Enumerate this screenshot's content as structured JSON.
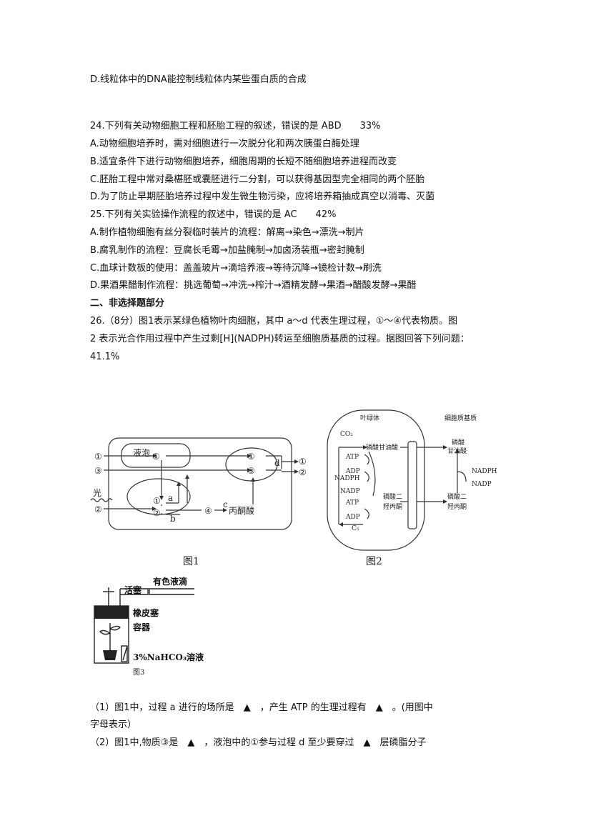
{
  "lines": {
    "l01": "D.线粒体中的DNA能控制线粒体内某些蛋白质的合成",
    "q24": "24.下列有关动物细胞工程和胚胎工程的叙述，错误的是 ABD　　33%",
    "q24a": "A.动物细胞培养时，需对细胞进行一次脱分化和两次胰蛋白酶处理",
    "q24b": "B.适宜条件下进行动物细胞培养，细胞周期的长短不随细胞培养进程而改变",
    "q24c": "C.胚胎工程中常对桑椹胚或囊胚进行二分割，可以获得基因型完全相同的两个胚胎",
    "q24d": "D.为了防止早期胚胎培养过程中发生微生物污染，应将培养箱抽成真空以消毒、灭菌",
    "q25": "25.下列有关实验操作流程的叙述中，错误的是 AC　　42%",
    "q25a": "A.制作植物细胞有丝分裂临时装片的流程：解离→染色→漂洗→制片",
    "q25b": "B.腐乳制作的流程：豆腐长毛霉→加盐腌制→加卤汤装瓶→密封腌制",
    "q25c": "C.血球计数板的使用：盖盖玻片→滴培养液→等待沉降→镜检计数→刷洗",
    "q25d": "D.果酒果醋制作流程：挑选葡萄→冲洗→榨汁→酒精发酵→果酒→醋酸发酵→果醋",
    "sec2": "二、非选择题部分",
    "q26_1": "26.（8分）图1表示某绿色植物叶肉细胞，其中 a～d 代表生理过程，①～④代表物质。图",
    "q26_2": "2 表示光合作用过程中产生过剩[H](NADPH)转运至细胞质基质的过程。据图回答下列问题：",
    "q26_3": "41.1%",
    "sub1_1": "（1）图1中，过程 a 进行的场所是　▲　，产生 ATP 的生理过程有　▲　。(用图中",
    "sub1_2": "字母表示）",
    "sub2": "（2）图1中,物质③是　▲　，液泡中的①参与过程 d 至少要穿过　▲　层磷脂分子"
  },
  "fig1": {
    "caption": "图1",
    "vacuole": "液泡",
    "light": "光",
    "pyruvate": "丙酮酸",
    "n1": "①",
    "n2": "②",
    "n3": "③",
    "n4": "④",
    "a": "a",
    "b": "b",
    "c": "c",
    "d": "d"
  },
  "fig2": {
    "caption": "图2",
    "chloroplast": "叶绿体",
    "cytoplasm": "细胞质基质",
    "co2": "CO₂",
    "pga": "磷酸甘油酸",
    "atp": "ATP",
    "adp": "ADP",
    "nadph": "NADPH",
    "nadp": "NADP",
    "dhap_1": "磷酸二",
    "dhap_2": "羟丙酮",
    "c5": "C₅",
    "pga_r1": "磷酸",
    "pga_r2": "甘油酸"
  },
  "fig3": {
    "caption": "图3",
    "stopcock": "活塞",
    "droplet": "有色液滴",
    "rubber": "橡皮塞",
    "container": "容器",
    "solution": "3%NaHCO₃溶液"
  }
}
